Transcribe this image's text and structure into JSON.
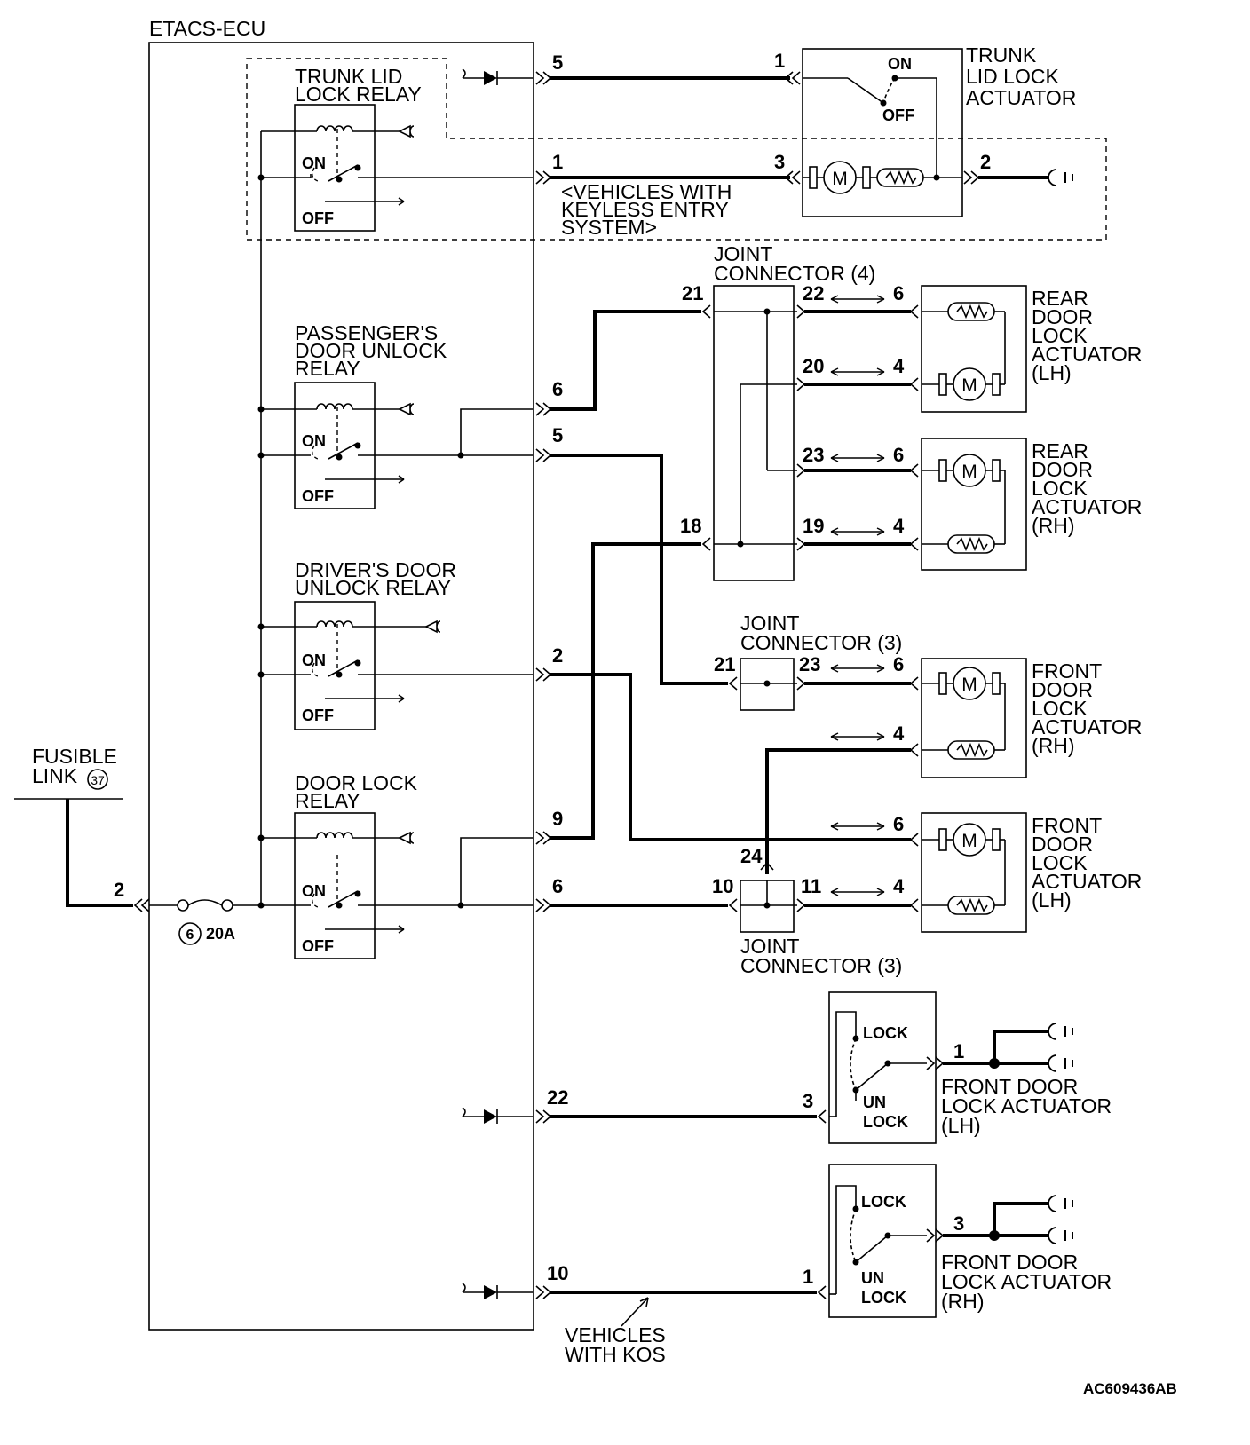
{
  "ecu": {
    "title": "ETACS-ECU"
  },
  "fusible_link": {
    "label1": "FUSIBLE",
    "label2": "LINK",
    "num": "37",
    "pin": "2",
    "fuse_num": "6",
    "fuse_rating": "20A"
  },
  "relays": {
    "trunk": {
      "l1": "TRUNK LID",
      "l2": "LOCK RELAY"
    },
    "pass": {
      "l1": "PASSENGER'S",
      "l2": "DOOR UNLOCK",
      "l3": "RELAY"
    },
    "driver": {
      "l1": "DRIVER'S DOOR",
      "l2": "UNLOCK RELAY"
    },
    "lock": {
      "l1": "DOOR LOCK",
      "l2": "RELAY"
    },
    "on": "ON",
    "off": "OFF"
  },
  "trunk_actuator": {
    "l1": "TRUNK",
    "l2": "LID LOCK",
    "l3": "ACTUATOR",
    "on": "ON",
    "off": "OFF"
  },
  "keyless": {
    "l1": "<VEHICLES WITH",
    "l2": "KEYLESS ENTRY",
    "l3": "SYSTEM>"
  },
  "jc4": {
    "l1": "JOINT",
    "l2": "CONNECTOR (4)"
  },
  "jc3a": {
    "l1": "JOINT",
    "l2": "CONNECTOR (3)"
  },
  "jc3b": {
    "l1": "JOINT",
    "l2": "CONNECTOR (3)"
  },
  "actuators": {
    "rear_lh": {
      "l1": "REAR",
      "l2": "DOOR",
      "l3": "LOCK",
      "l4": "ACTUATOR",
      "l5": "(LH)"
    },
    "rear_rh": {
      "l1": "REAR",
      "l2": "DOOR",
      "l3": "LOCK",
      "l4": "ACTUATOR",
      "l5": "(RH)"
    },
    "front_rh": {
      "l1": "FRONT",
      "l2": "DOOR",
      "l3": "LOCK",
      "l4": "ACTUATOR",
      "l5": "(RH)"
    },
    "front_lh": {
      "l1": "FRONT",
      "l2": "DOOR",
      "l3": "LOCK",
      "l4": "ACTUATOR",
      "l5": "(LH)"
    }
  },
  "lock_sw_lh": {
    "l1": "FRONT DOOR",
    "l2": "LOCK ACTUATOR",
    "l3": "(LH)",
    "lock": "LOCK",
    "un": "UN",
    "unlock": "LOCK"
  },
  "lock_sw_rh": {
    "l1": "FRONT DOOR",
    "l2": "LOCK ACTUATOR",
    "l3": "(RH)",
    "lock": "LOCK",
    "un": "UN",
    "unlock": "LOCK"
  },
  "kos": {
    "l1": "VEHICLES",
    "l2": "WITH KOS"
  },
  "pins": {
    "e5": "5",
    "t1": "1",
    "e1": "1",
    "t3": "3",
    "t2": "2",
    "j21": "21",
    "j22": "22",
    "r6a": "6",
    "j20": "20",
    "r4a": "4",
    "e6": "6",
    "e5b": "5",
    "j23": "23",
    "r6b": "6",
    "j18": "18",
    "j19": "19",
    "r4b": "4",
    "e2": "2",
    "k21": "21",
    "k23": "23",
    "f6a": "6",
    "f4a": "4",
    "e9": "9",
    "f6b": "6",
    "m24": "24",
    "e6b": "6",
    "m10": "10",
    "m11": "11",
    "f4b": "4",
    "e22": "22",
    "s3": "3",
    "s1": "1",
    "e10": "10",
    "u1": "1",
    "u3": "3"
  },
  "ref": "AC609436AB"
}
